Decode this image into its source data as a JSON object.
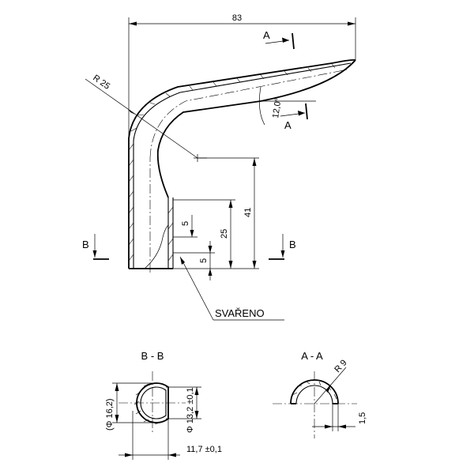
{
  "dimensions": {
    "overall_width": "83",
    "bend_radius": "R 25",
    "angle": "12,0°",
    "height_41": "41",
    "height_25": "25",
    "dim_5_upper": "5",
    "dim_5_lower": "5",
    "outer_diameter": "(Φ 16,2)",
    "inner_diameter": "Φ 13,2 ±0,1",
    "flat_width": "11,7 ±0,1",
    "section_radius": "R 9",
    "thickness": "1,5"
  },
  "section_marks": {
    "a_top": "A",
    "a_bottom": "A",
    "b_left": "B",
    "b_right": "B"
  },
  "labels": {
    "weld_note": "SVAŘENO",
    "section_bb_title": "B - B",
    "section_aa_title": "A - A"
  }
}
